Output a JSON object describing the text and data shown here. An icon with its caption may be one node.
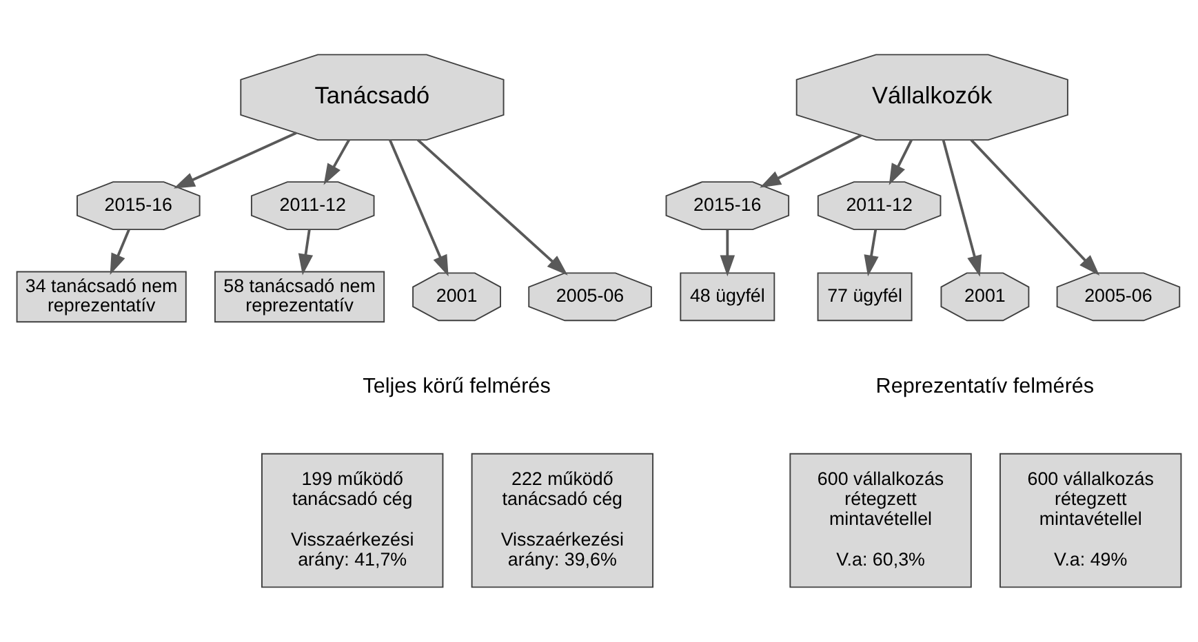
{
  "diagram": {
    "nodes": [
      {
        "text": [
          "Tanácsadó"
        ]
      },
      {
        "text": [
          "2015-16"
        ]
      },
      {
        "text": [
          "34 tanácsadó nem reprezentatív"
        ]
      },
      {
        "text": [
          "2011-12"
        ]
      },
      {
        "text": [
          "58 tanácsadó nem reprezentatív"
        ]
      },
      {
        "text": [
          "2001"
        ]
      },
      {
        "text": [
          "2005-06"
        ]
      },
      {
        "text": [
          "Vállalkozók"
        ]
      },
      {
        "text": [
          "2015-16"
        ]
      },
      {
        "text": [
          "48 ügyfél"
        ]
      },
      {
        "text": [
          "2011-12"
        ]
      },
      {
        "text": [
          "77 ügyfél"
        ]
      },
      {
        "text": [
          "2001"
        ]
      },
      {
        "text": [
          "2005-06"
        ]
      },
      {
        "text": [
          "199 működő tanácsadó cég",
          "Visszaérkezési arány: 41,7%"
        ]
      },
      {
        "text": [
          "222 működő tanácsadó cég",
          "Visszaérkezési arány: 39,6%"
        ]
      },
      {
        "text": [
          "600 vállalkozás rétegzett mintavétellel",
          "V.a: 60,3%"
        ]
      },
      {
        "text": [
          "600 vállalkozás rétegzett mintavétellel",
          "V.a: 49%"
        ]
      }
    ],
    "edges": [
      {
        "from": 0,
        "to": 1,
        "arrow": "to"
      },
      {
        "from": 1,
        "to": 2,
        "arrow": "to"
      },
      {
        "from": 0,
        "to": 3,
        "arrow": "to"
      },
      {
        "from": 3,
        "to": 4,
        "arrow": "to"
      },
      {
        "from": 0,
        "to": 5,
        "arrow": "to"
      },
      {
        "from": 0,
        "to": 6,
        "arrow": "to"
      },
      {
        "from": 7,
        "to": 8,
        "arrow": "to"
      },
      {
        "from": 8,
        "to": 9,
        "arrow": "to"
      },
      {
        "from": 7,
        "to": 10,
        "arrow": "to"
      },
      {
        "from": 10,
        "to": 11,
        "arrow": "to"
      },
      {
        "from": 7,
        "to": 12,
        "arrow": "to"
      },
      {
        "from": 7,
        "to": 13,
        "arrow": "to"
      }
    ],
    "labels": [
      "Teljes körű felmérés",
      "Reprezentatív felmérés"
    ]
  }
}
